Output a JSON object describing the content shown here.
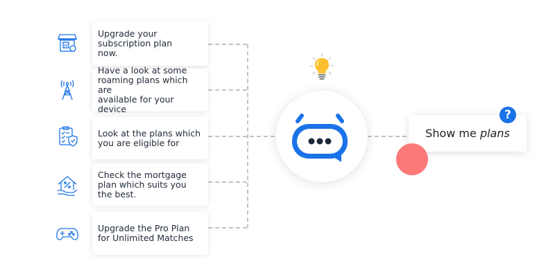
{
  "options": [
    {
      "lines": [
        "Upgrade your",
        "subscription plan",
        "now."
      ],
      "icon": "store-icon"
    },
    {
      "lines": [
        "Have a look at some",
        "roaming plans which are",
        "available for your device"
      ],
      "icon": "antenna-tower-icon"
    },
    {
      "lines": [
        "Look at the plans which",
        "you are eligible for"
      ],
      "icon": "checklist-shield-icon"
    },
    {
      "lines": [
        "Check the mortgage",
        "plan which suits you",
        "the best."
      ],
      "icon": "house-percent-icon"
    },
    {
      "lines": [
        "Upgrade the Pro Plan",
        "for Unlimited Matches"
      ],
      "icon": "gamepad-icon"
    }
  ],
  "query": {
    "prefix": "Show me ",
    "emphasis": "plans"
  },
  "help_badge": "?",
  "colors": {
    "accent": "#1a73e8",
    "connector": "#9e9e9e",
    "bulb": "#fbc02d",
    "cursor": "#fb7a78"
  }
}
